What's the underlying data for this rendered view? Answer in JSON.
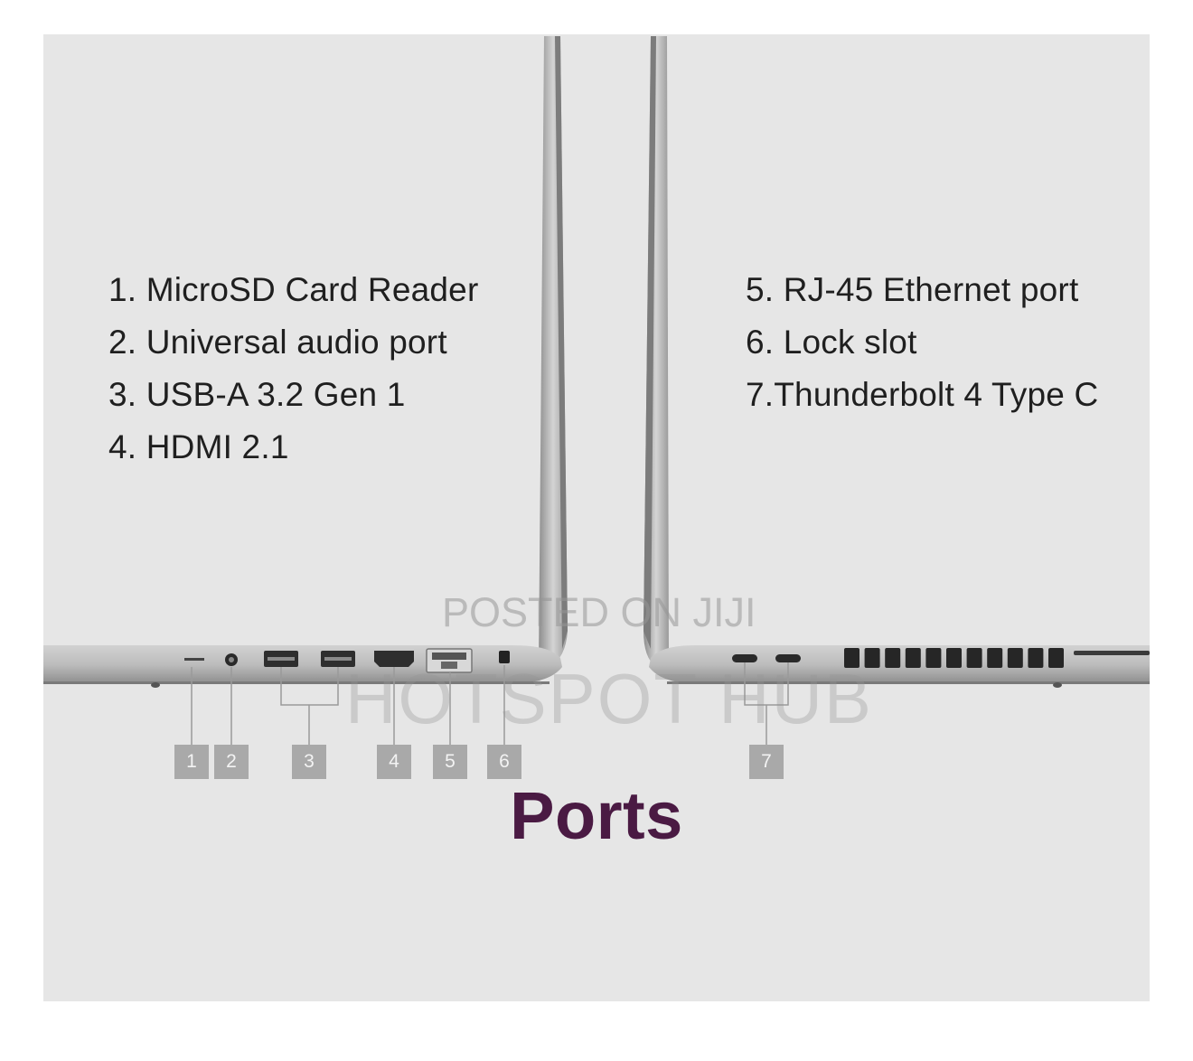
{
  "left_ports": [
    "1. MicroSD Card Reader",
    "2. Universal audio port",
    "3. USB-A 3.2 Gen 1",
    "4. HDMI 2.1"
  ],
  "right_ports": [
    "5. RJ-45 Ethernet port",
    "6. Lock slot",
    "7.Thunderbolt 4 Type C"
  ],
  "callout_numbers": [
    "1",
    "2",
    "3",
    "4",
    "5",
    "6",
    "7"
  ],
  "title": "Ports",
  "watermark": {
    "line1": "POSTED ON JIJI",
    "line2": "HOTSPOT HUB"
  },
  "colors": {
    "background": "#e6e6e6",
    "title": "#4a1a43",
    "callout_box": "#a9a9a9",
    "laptop_body": "#b9b9b9"
  }
}
